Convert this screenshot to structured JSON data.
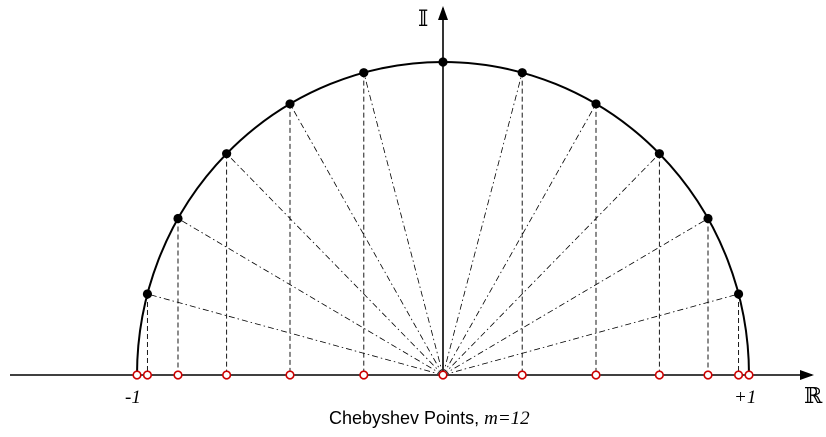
{
  "diagram": {
    "m": 12,
    "imag_axis_label": "𝕀",
    "real_axis_label": "ℝ",
    "left_endpoint_label": "-1",
    "right_endpoint_label": "+1",
    "caption_prefix": "Chebyshev Points, ",
    "caption_var": "m=12",
    "colors": {
      "line": "#000000",
      "filled_point": "#000000",
      "open_point_stroke": "#cc0000",
      "open_point_fill": "#ffffff"
    }
  }
}
